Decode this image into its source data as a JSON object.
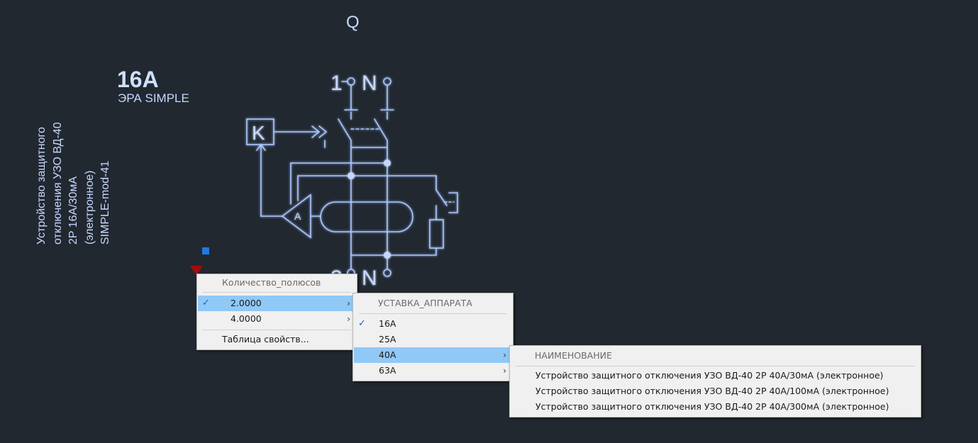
{
  "drawing": {
    "designator": "Q",
    "rating": "16A",
    "brand": "ЭРА SIMPLE",
    "description_lines": [
      "Устройство защитного",
      "отключения УЗО ВД-40",
      "2P 16А/30мА",
      "(электронное)",
      "SIMPLE-mod-41"
    ],
    "terminals_top": [
      "1",
      "N"
    ],
    "terminals_bottom": [
      "2",
      "N"
    ],
    "relay_label": "K",
    "amplifier_label": "A"
  },
  "colors": {
    "background": "#212830",
    "line": "#a9c6ff",
    "highlight": "#90c8f6",
    "grip": "#1f7ae0",
    "grip_marker": "#a30c0c"
  },
  "menu_poles": {
    "header": "Количество_полюсов",
    "items": [
      {
        "label": "2.0000",
        "checked": true,
        "submenu": true
      },
      {
        "label": "4.0000",
        "checked": false,
        "submenu": true
      }
    ],
    "footer": "Таблица свойств..."
  },
  "menu_setting": {
    "header": "УСТАВКА_АППАРАТА",
    "items": [
      {
        "label": "16A",
        "checked": true,
        "submenu": false
      },
      {
        "label": "25A",
        "checked": false,
        "submenu": false
      },
      {
        "label": "40A",
        "checked": false,
        "submenu": true
      },
      {
        "label": "63A",
        "checked": false,
        "submenu": true
      }
    ]
  },
  "menu_name": {
    "header": "НАИМЕНОВАНИЕ",
    "items": [
      {
        "label": "Устройство защитного отключения УЗО ВД-40 2P 40А/30мА (электронное)"
      },
      {
        "label": "Устройство защитного отключения УЗО ВД-40 2P 40А/100мА (электронное)"
      },
      {
        "label": "Устройство защитного отключения УЗО ВД-40 2P 40А/300мА (электронное)"
      }
    ]
  },
  "icons": {
    "check": "check-icon",
    "submenu_arrow": "chevron-right-icon"
  }
}
